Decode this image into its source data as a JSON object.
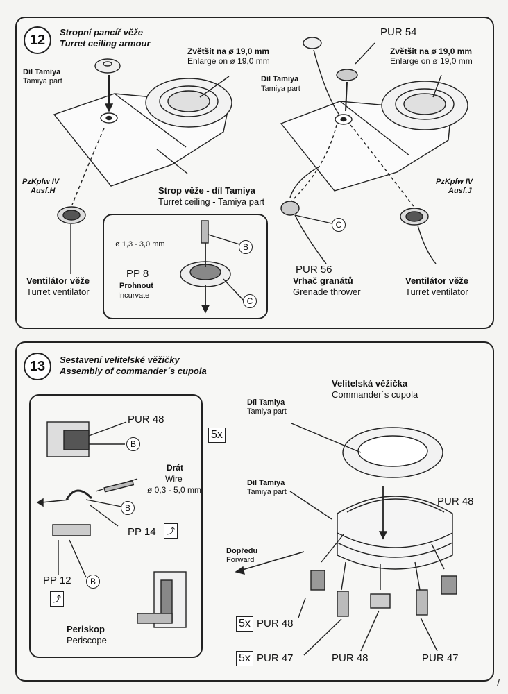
{
  "step12": {
    "number": "12",
    "title_cz": "Stropní pancíř věže",
    "title_en": "Turret ceiling armour",
    "enlarge_left_cz": "Zvětšit na ø 19,0 mm",
    "enlarge_left_en": "Enlarge on ø 19,0 mm",
    "enlarge_right_cz": "Zvětšit na ø 19,0 mm",
    "enlarge_right_en": "Enlarge on ø 19,0 mm",
    "tamiya_left_cz": "Díl Tamiya",
    "tamiya_left_en": "Tamiya part",
    "tamiya_right_cz": "Díl Tamiya",
    "tamiya_right_en": "Tamiya part",
    "pur54": "PUR 54",
    "variant_h": "PzKpfw IV",
    "variant_h2": "Ausf.H",
    "variant_j": "PzKpfw IV",
    "variant_j2": "Ausf.J",
    "ceiling_cz": "Strop věže - díl Tamiya",
    "ceiling_en": "Turret ceiling - Tamiya part",
    "diameter": "ø 1,3 - 3,0 mm",
    "pp8": "PP 8",
    "prohnout": "Prohnout",
    "incurvate": "Incurvate",
    "vent_left_cz": "Ventilátor věže",
    "vent_left_en": "Turret ventilator",
    "vent_right_cz": "Ventilátor věže",
    "vent_right_en": "Turret ventilator",
    "pur56": "PUR 56",
    "grenade_cz": "Vrhač granátů",
    "grenade_en": "Grenade thrower",
    "callout_b": "B",
    "callout_c1": "C",
    "callout_c2": "C"
  },
  "step13": {
    "number": "13",
    "title_cz": "Sestavení velitelské věžičky",
    "title_en": "Assembly of commander´s cupola",
    "pur48_top": "PUR 48",
    "callout_b1": "B",
    "callout_b2": "B",
    "callout_b3": "B",
    "wire_cz": "Drát",
    "wire_en": "Wire",
    "wire_d": "ø 0,3 - 5,0 mm",
    "pp14": "PP 14",
    "pp12": "PP 12",
    "periskop": "Periskop",
    "periscope": "Periscope",
    "times5": "5x",
    "cupola_cz": "Velitelská věžička",
    "cupola_en": "Commander´s cupola",
    "tamiya1_cz": "Díl Tamiya",
    "tamiya1_en": "Tamiya part",
    "tamiya2_cz": "Díl Tamiya",
    "tamiya2_en": "Tamiya part",
    "pur48_right": "PUR 48",
    "forward_cz": "Dopředu",
    "forward_en": "Forward",
    "x5a": "5x",
    "pur48_bottom_left": "PUR 48",
    "x5b": "5x",
    "pur47_left": "PUR 47",
    "pur48_bottom": "PUR 48",
    "pur47_right": "PUR 47"
  },
  "page_mark": "/"
}
